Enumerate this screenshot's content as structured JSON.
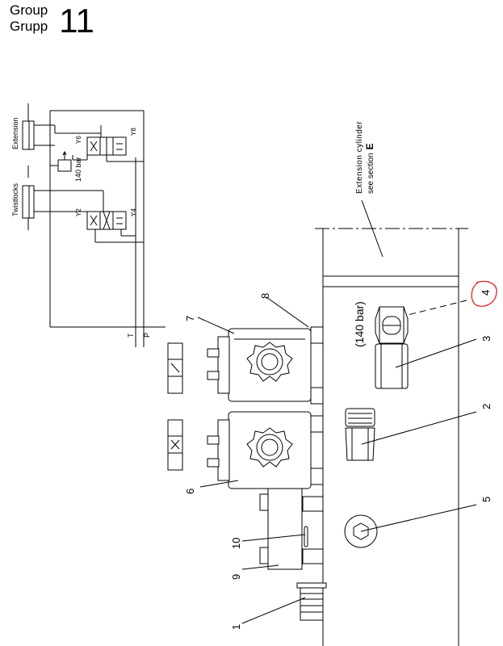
{
  "header": {
    "group_label": "Group",
    "grupp_label": "Grupp",
    "group_number": "11"
  },
  "schematic": {
    "extension_label": "Extension",
    "twistlocks_label": "Twistlocks",
    "pressure_label": "140 bar",
    "port_t": "T",
    "port_p": "P",
    "solenoid_y6": "Y6",
    "solenoid_y8": "Y8",
    "solenoid_y2": "Y2",
    "solenoid_y4": "Y4"
  },
  "annotation": {
    "line1": "Extension cylinder",
    "line2_prefix": "see section",
    "section": "E"
  },
  "valve_note": "(140 bar)",
  "callouts": [
    "1",
    "2",
    "3",
    "4",
    "5",
    "6",
    "7",
    "8",
    "9",
    "10"
  ],
  "colors": {
    "line": "#000000",
    "markup": "#e0242c"
  }
}
